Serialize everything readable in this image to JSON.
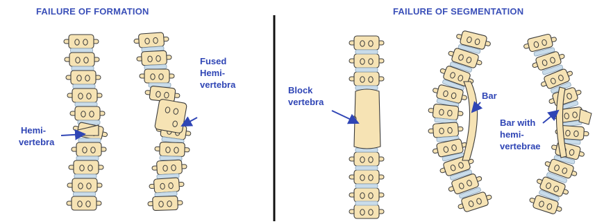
{
  "headings": {
    "left": "FAILURE OF FORMATION",
    "right": "FAILURE OF SEGMENTATION"
  },
  "labels": {
    "hemi": [
      "Hemi-",
      "vertebra"
    ],
    "fused": [
      "Fused",
      "Hemi-",
      "vertebra"
    ],
    "block": [
      "Block",
      "vertebra"
    ],
    "bar": "Bar",
    "bar_hemi": [
      "Bar with",
      "hemi-",
      "vertebrae"
    ]
  },
  "colors": {
    "bone": "#f6e3b4",
    "bone_outline": "#3a3a3a",
    "disc": "#c9dcea",
    "label": "#2f45b5",
    "divider": "#111111"
  }
}
